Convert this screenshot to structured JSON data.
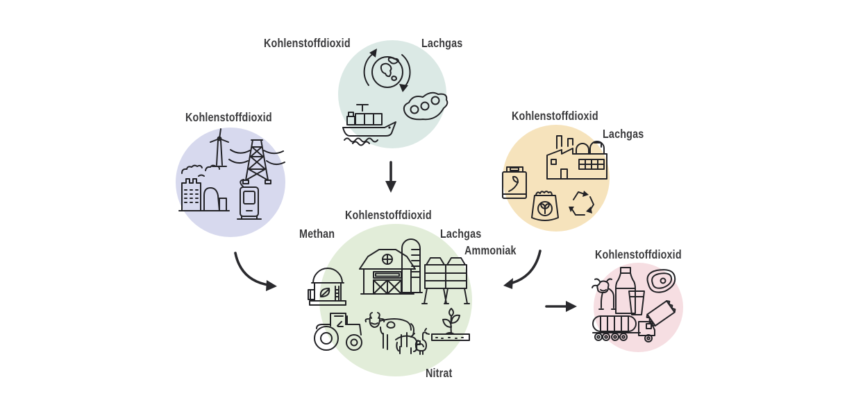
{
  "canvas": {
    "background": "#ffffff",
    "text_color": "#3a3a3c",
    "line_color": "#222226"
  },
  "nodes": {
    "imports": {
      "color": "#dbe9e5",
      "labels": {
        "co2": "Kohlenstoffdioxid",
        "n2o": "Lachgas"
      },
      "icons": [
        "globe-trade-icon",
        "cargo-ship-icon",
        "soybean-icon"
      ]
    },
    "energy": {
      "color": "#d7d9ee",
      "labels": {
        "co2": "Kohlenstoffdioxid"
      },
      "icons": [
        "wind-turbine-icon",
        "transmission-tower-icon",
        "power-plant-icon",
        "gas-pump-icon"
      ]
    },
    "industry": {
      "color": "#f6e3bc",
      "labels": {
        "co2": "Kohlenstoffdioxid",
        "n2o": "Lachgas"
      },
      "icons": [
        "factory-icon",
        "jerry-can-icon",
        "fertilizer-bag-icon",
        "recycle-icon"
      ]
    },
    "farm": {
      "color": "#e2edd9",
      "labels": {
        "co2": "Kohlenstoffdioxid",
        "ch4": "Methan",
        "n2o": "Lachgas",
        "nh3": "Ammoniak",
        "no3": "Nitrat"
      },
      "icons": [
        "biogas-plant-icon",
        "barn-icon",
        "silo-icon",
        "grain-bins-icon",
        "tractor-icon",
        "farm-animals-icon",
        "seedling-icon"
      ]
    },
    "products": {
      "color": "#f6dee2",
      "labels": {
        "co2": "Kohlenstoffdioxid"
      },
      "icons": [
        "cow-icon",
        "milk-bottle-icon",
        "milk-glass-icon",
        "meat-icon",
        "snack-package-icon",
        "tanker-truck-icon"
      ]
    }
  },
  "arrows": {
    "color": "#2a2a2e",
    "connections": [
      {
        "from": "imports",
        "to": "farm"
      },
      {
        "from": "energy",
        "to": "farm"
      },
      {
        "from": "industry",
        "to": "farm"
      },
      {
        "from": "farm",
        "to": "products"
      }
    ]
  }
}
